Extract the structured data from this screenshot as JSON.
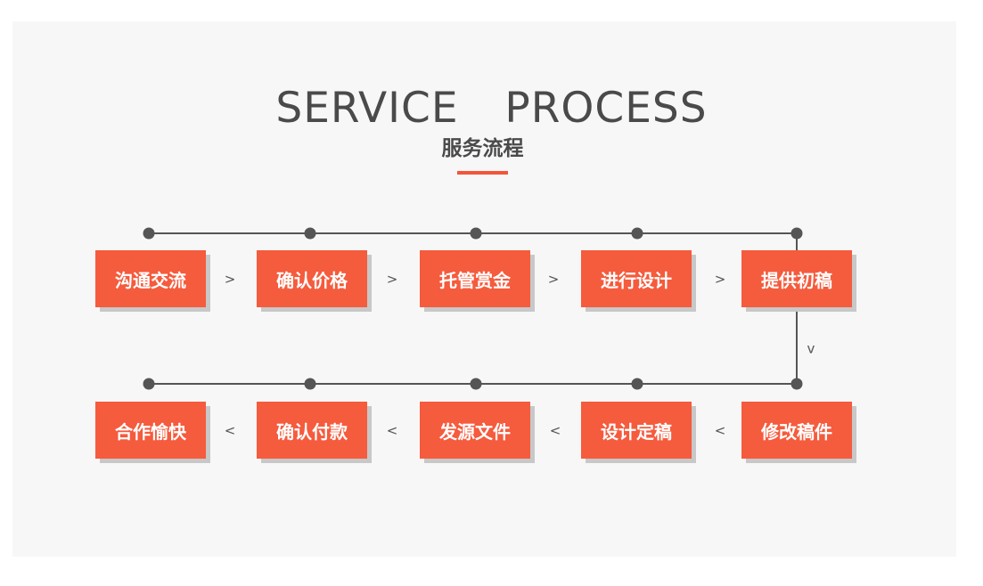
{
  "title": "SERVICE  PROCESS",
  "subtitle": "服务流程",
  "accent_color": "#f2553a",
  "box_color": "#f55b3d",
  "line_color": "#555555",
  "steps_row1": [
    "沟通交流",
    "确认价格",
    "托管赏金",
    "进行设计",
    "提供初稿"
  ],
  "steps_row2": [
    "合作愉快",
    "确认付款",
    "发源文件",
    "设计定稿",
    "修改稿件"
  ],
  "arrows": {
    "right": ">",
    "left": "<",
    "down": "v"
  }
}
